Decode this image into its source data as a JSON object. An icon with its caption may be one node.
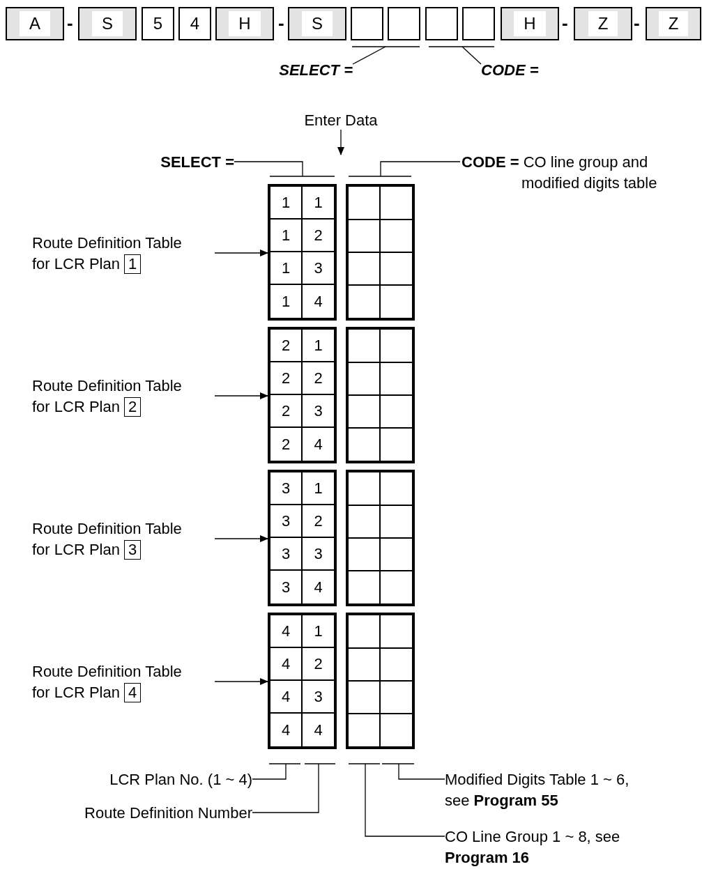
{
  "diagram": {
    "nodes": [
      {
        "text": [
          "A"
        ]
      },
      {
        "text": [
          "S"
        ]
      },
      {
        "text": [
          "5"
        ]
      },
      {
        "text": [
          "4"
        ]
      },
      {
        "text": [
          "H"
        ]
      },
      {
        "text": [
          "S"
        ]
      },
      {
        "text": [],
        "shape": "box"
      },
      {
        "text": [],
        "shape": "box"
      },
      {
        "text": [],
        "shape": "box"
      },
      {
        "text": [],
        "shape": "box"
      },
      {
        "text": [
          "H"
        ]
      },
      {
        "text": [
          "Z"
        ]
      },
      {
        "text": [
          "Z"
        ]
      },
      {
        "text": [
          "SELECT ="
        ]
      },
      {
        "text": [
          "CODE ="
        ]
      },
      {
        "text": [
          "Enter Data"
        ]
      },
      {
        "text": [
          "SELECT ="
        ]
      },
      {
        "text": [
          "**CODE =** CO line group and modified digits table"
        ]
      },
      {
        "text": [
          "Route Definition Table for LCR Plan",
          "1"
        ]
      },
      {
        "text": [],
        "shape": "box"
      },
      {
        "text": [
          "1"
        ],
        "in": 19
      },
      {
        "text": [
          "1"
        ],
        "in": 19
      },
      {
        "text": [
          "1"
        ],
        "in": 19
      },
      {
        "text": [
          "2"
        ],
        "in": 19
      },
      {
        "text": [
          "1"
        ],
        "in": 19
      },
      {
        "text": [
          "3"
        ],
        "in": 19
      },
      {
        "text": [
          "1"
        ],
        "in": 19
      },
      {
        "text": [
          "4"
        ],
        "in": 19
      },
      {
        "text": [],
        "shape": "box"
      },
      {
        "text": [
          "Route Definition Table for LCR Plan",
          "2"
        ]
      },
      {
        "text": [],
        "shape": "box"
      },
      {
        "text": [
          "2"
        ],
        "in": 30
      },
      {
        "text": [
          "1"
        ],
        "in": 30
      },
      {
        "text": [
          "2"
        ],
        "in": 30
      },
      {
        "text": [
          "2"
        ],
        "in": 30
      },
      {
        "text": [
          "2"
        ],
        "in": 30
      },
      {
        "text": [
          "3"
        ],
        "in": 30
      },
      {
        "text": [
          "2"
        ],
        "in": 30
      },
      {
        "text": [
          "4"
        ],
        "in": 30
      },
      {
        "text": [],
        "shape": "box"
      },
      {
        "text": [
          "Route Definition Table for LCR Plan",
          "3"
        ]
      },
      {
        "text": [],
        "shape": "box"
      },
      {
        "text": [
          "3"
        ],
        "in": 41
      },
      {
        "text": [
          "1"
        ],
        "in": 41
      },
      {
        "text": [
          "3"
        ],
        "in": 41
      },
      {
        "text": [
          "2"
        ],
        "in": 41
      },
      {
        "text": [
          "3"
        ],
        "in": 41
      },
      {
        "text": [
          "3"
        ],
        "in": 41
      },
      {
        "text": [
          "3"
        ],
        "in": 41
      },
      {
        "text": [
          "4"
        ],
        "in": 41
      },
      {
        "text": [],
        "shape": "box"
      },
      {
        "text": [
          "Route Definition Table for LCR Plan",
          "4"
        ]
      },
      {
        "text": [],
        "shape": "box"
      },
      {
        "text": [
          "4"
        ],
        "in": 52
      },
      {
        "text": [
          "1"
        ],
        "in": 52
      },
      {
        "text": [
          "4"
        ],
        "in": 52
      },
      {
        "text": [
          "2"
        ],
        "in": 52
      },
      {
        "text": [
          "4"
        ],
        "in": 52
      },
      {
        "text": [
          "3"
        ],
        "in": 52
      },
      {
        "text": [
          "4"
        ],
        "in": 52
      },
      {
        "text": [
          "4"
        ],
        "in": 52
      },
      {
        "text": [],
        "shape": "box"
      },
      {
        "text": [
          "LCR Plan No. (1 ~ 4)"
        ]
      },
      {
        "text": [
          "Modified Digits Table 1 ~ 6, see **Program 55**"
        ]
      },
      {
        "text": [
          "Route Definition Number"
        ]
      },
      {
        "text": [
          "CO Line Group 1 ~ 8, see **Program 16**"
        ]
      }
    ],
    "edges": [
      {
        "from": 13,
        "to": 6,
        "arrow": "none"
      },
      {
        "from": 14,
        "to": 8,
        "arrow": "none"
      },
      {
        "from": 15,
        "to": null,
        "arrow": "to"
      },
      {
        "from": 16,
        "to": 19,
        "arrow": "none"
      },
      {
        "from": 17,
        "to": 28,
        "arrow": "none"
      },
      {
        "from": 18,
        "to": 19,
        "arrow": "to"
      },
      {
        "from": 29,
        "to": 30,
        "arrow": "to"
      },
      {
        "from": 40,
        "to": 41,
        "arrow": "to"
      },
      {
        "from": 51,
        "to": 52,
        "arrow": "to"
      },
      {
        "from": 62,
        "to": null,
        "arrow": "none"
      },
      {
        "from": 63,
        "to": null,
        "arrow": "none"
      },
      {
        "from": 64,
        "to": null,
        "arrow": "none"
      },
      {
        "from": 65,
        "to": null,
        "arrow": "none"
      }
    ],
    "labels": [
      "-",
      "-",
      "-",
      "-"
    ]
  }
}
